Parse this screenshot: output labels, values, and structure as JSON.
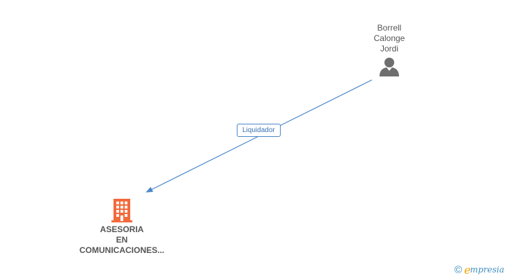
{
  "person": {
    "name_line1": "Borrell",
    "name_line2": "Calonge",
    "name_line3": "Jordi",
    "icon": "person-icon"
  },
  "company": {
    "name_line1": "ASESORIA",
    "name_line2": "EN",
    "name_line3": "COMUNICACIONES...",
    "icon": "building-icon"
  },
  "relation": {
    "label": "Liquidador"
  },
  "brand": {
    "copyright_symbol": "©",
    "e_letter": "e",
    "name": "mpresia"
  },
  "colors": {
    "connector": "#4a86c8",
    "person_icon": "#6e6e6e",
    "company_icon": "#f26a3c",
    "brand_blue": "#3a8dbf",
    "brand_orange": "#f0a400"
  }
}
